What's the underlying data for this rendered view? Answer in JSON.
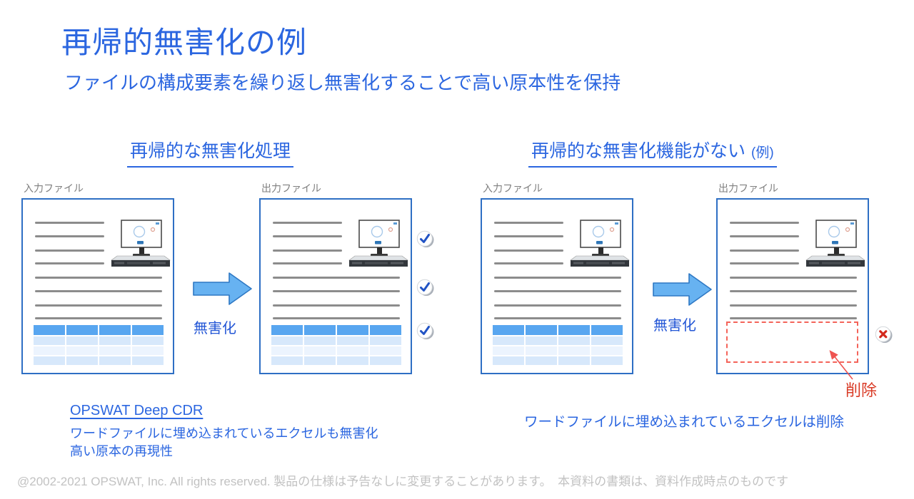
{
  "slide": {
    "title": "再帰的無害化の例",
    "subtitle": "ファイルの構成要素を繰り返し無害化することで高い原本性を保持",
    "footer": "@2002-2021 OPSWAT, Inc. All rights reserved. 製品の仕様は予告なしに変更することがあります。　本資料の書類は、資料作成時点のものです"
  },
  "left": {
    "header": "再帰的な無害化処理",
    "input_label": "入力ファイル",
    "output_label": "出力ファイル",
    "arrow_label": "無害化",
    "note_title": "OPSWAT Deep CDR",
    "note_line1": "ワードファイルに埋め込まれているエクセルも無害化",
    "note_line2": "高い原本の再現性"
  },
  "right": {
    "header_main": "再帰的な無害化機能がない",
    "header_suffix": "(例)",
    "input_label": "入力ファイル",
    "output_label": "出力ファイル",
    "arrow_label": "無害化",
    "delete_label": "削除",
    "note": "ワードファイルに埋め込まれているエクセルは削除"
  },
  "icons": {
    "check": "check-icon",
    "cross": "cross-icon",
    "arrow_right": "block-arrow-right-icon",
    "computer": "server-monitor-icon",
    "delete_pointer": "red-arrow-pointer-icon"
  },
  "colors": {
    "accent_blue": "#2b66e0",
    "doc_border": "#2e6fc4",
    "table_header": "#58a6f0",
    "table_row_light": "#d7e8fb",
    "table_row_lighter": "#ecf4fe",
    "arrow_fill": "#67b2f1",
    "arrow_border": "#2e78c4",
    "check_blue": "#2153c4",
    "delete_red": "#d93a25",
    "dashed_red": "#f4645a",
    "doc_label_gray": "#7f7f7f",
    "line_gray": "#8c8c8c",
    "footer_gray": "#c2c2c2"
  }
}
